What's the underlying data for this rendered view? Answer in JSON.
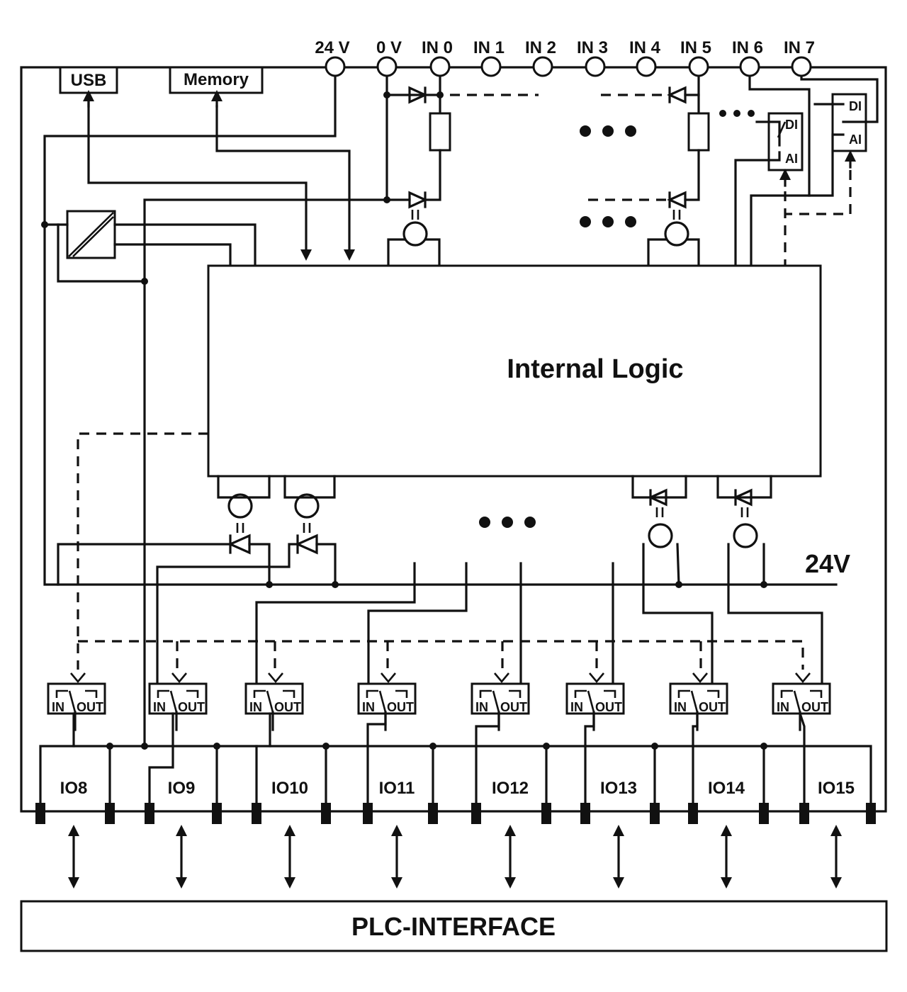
{
  "terminals": [
    "24 V",
    "0 V",
    "IN 0",
    "IN 1",
    "IN 2",
    "IN 3",
    "IN 4",
    "IN 5",
    "IN 6",
    "IN 7"
  ],
  "usb_label": "USB",
  "memory_label": "Memory",
  "logic_label": "Internal Logic",
  "bus_label": "24V",
  "switch_in_label": "IN",
  "switch_out_label": "OUT",
  "di_label": "DI",
  "ai_label": "AI",
  "io_channels": [
    "IO8",
    "IO9",
    "IO10",
    "IO11",
    "IO12",
    "IO13",
    "IO14",
    "IO15"
  ],
  "plc_label": "PLC-INTERFACE"
}
